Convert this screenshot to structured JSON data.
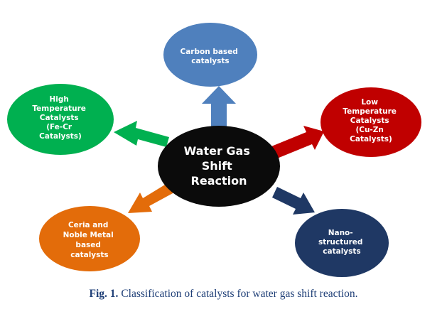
{
  "center": {
    "lines": [
      "Water Gas",
      "Shift",
      "Reaction"
    ],
    "color": "#0b0b0b"
  },
  "nodes": [
    {
      "id": "carbon",
      "lines": [
        "Carbon based",
        "catalysts"
      ],
      "color": "#4f80bd"
    },
    {
      "id": "low-temp",
      "lines": [
        "Low",
        "Temperature",
        "Catalysts",
        "(Cu-Zn",
        "Catalysts)"
      ],
      "color": "#c00000"
    },
    {
      "id": "nano",
      "lines": [
        "Nano-",
        "structured",
        "catalysts"
      ],
      "color": "#1f3864"
    },
    {
      "id": "ceria",
      "lines": [
        "Ceria and",
        "Noble Metal",
        "based",
        "catalysts"
      ],
      "color": "#e36c0a"
    },
    {
      "id": "high-temp",
      "lines": [
        "High",
        "Temperature",
        "Catalysts",
        "(Fe-Cr",
        "Catalysts)"
      ],
      "color": "#00b050"
    }
  ],
  "caption": {
    "label": "Fig. 1.",
    "text": "Classification of catalysts for water gas shift reaction."
  }
}
